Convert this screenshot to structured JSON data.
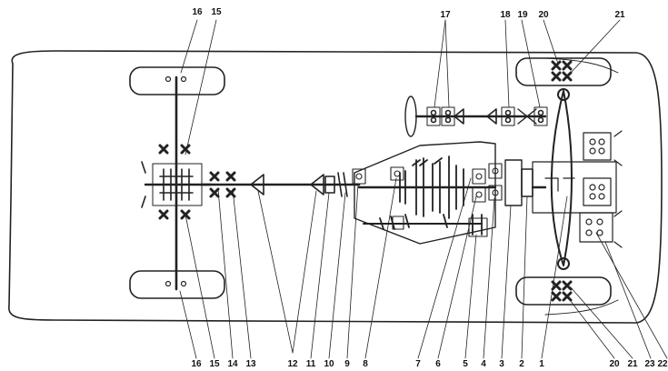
{
  "labels": {
    "top": [
      "16",
      "15",
      "17",
      "18",
      "19",
      "20",
      "21"
    ],
    "bottom": [
      "16",
      "15",
      "14",
      "13",
      "12",
      "11",
      "10",
      "9",
      "8",
      "7",
      "6",
      "5",
      "4",
      "3",
      "2",
      "1",
      "20",
      "21",
      "23",
      "22"
    ]
  },
  "colors": {
    "stroke": "#222222",
    "background": "#ffffff"
  }
}
